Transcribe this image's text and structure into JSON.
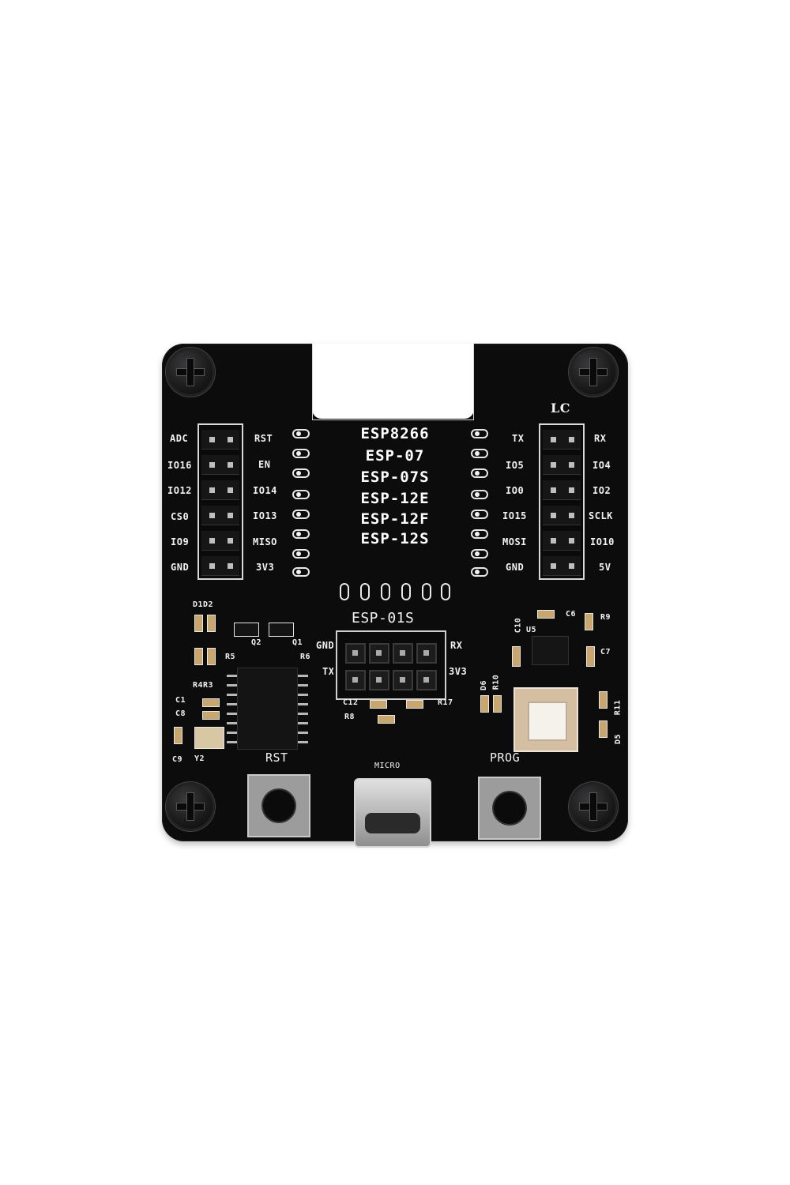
{
  "module_title": [
    "ESP8266",
    "ESP-07",
    "ESP-07S",
    "ESP-12E",
    "ESP-12F",
    "ESP-12S"
  ],
  "brand_mark": "LC",
  "esp01_label": "ESP-01S",
  "left_outer_pins": [
    "ADC",
    "IO16",
    "IO12",
    "CS0",
    "IO9",
    "GND"
  ],
  "left_inner_pins": [
    "RST",
    "EN",
    "IO14",
    "IO13",
    "MISO",
    "3V3"
  ],
  "right_inner_pins": [
    "TX",
    "IO5",
    "IO0",
    "IO15",
    "MOSI",
    "GND"
  ],
  "right_outer_pins": [
    "RX",
    "IO4",
    "IO2",
    "SCLK",
    "IO10",
    "5V"
  ],
  "esp01_pins": {
    "gnd": "GND",
    "rx": "RX",
    "tx": "TX",
    "v33": "3V3"
  },
  "components": {
    "d1d2": "D1D2",
    "q2": "Q2",
    "q1": "Q1",
    "r5": "R5",
    "r6": "R6",
    "r4r3": "R4R3",
    "c1": "C1",
    "c8": "C8",
    "c9": "C9",
    "y2": "Y2",
    "c12": "C12",
    "r8": "R8",
    "r17": "R17",
    "c6": "C6",
    "r9": "R9",
    "c10": "C10",
    "u5": "U5",
    "c7": "C7",
    "d6": "D6",
    "r10": "R10",
    "r11": "R11",
    "d5": "D5"
  },
  "buttons": {
    "rst": "RST",
    "prog": "PROG"
  },
  "usb_label": "MICRO"
}
